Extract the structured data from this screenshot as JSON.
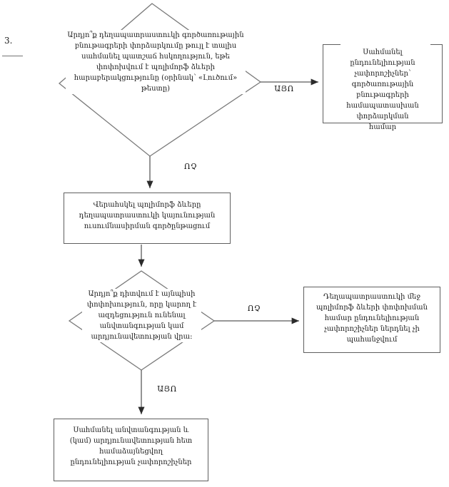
{
  "page": {
    "number_label": "3."
  },
  "labels": {
    "yes1": "ԱՅՈ",
    "no1": "ՈՉ",
    "no2": "ՈՉ",
    "yes2": "ԱՅՈ"
  },
  "flowchart": {
    "decision1": {
      "text": "Արդյո՞ք դեղապատրաստուկի գործառութային բնութագրերի փորձարկումը թույլ է տալիս սահմանել պատշաճ հսկողություն, եթե փոփոխվում է պոլիմորֆ ձևերի հարաբերակցությունը (օրինակ՝ «Լուծում» թեստը)"
    },
    "yes1_box": {
      "text": "Սահմանել ընդունելիության չափորոշիչներ՝ գործառութային բնութագրերի համապատասխան փորձարկման համար"
    },
    "process_box": {
      "text": "Վերահսկել պոլիմորֆ ձևերը դեղապատրաստուկի կայունության ուսումնասիրման գործընթացում"
    },
    "decision2": {
      "text": "Արդյո՞ք դիտվում է այնպիսի փոփոխություն, որը կարող է ազդեցություն ունենալ անվտանգության կամ արդյունավետության վրա։"
    },
    "no2_box": {
      "text": "Դեղապատրաստուկի մեջ պոլիմորֆ ձևերի փոփոխման համար ընդունելիության չափորոշիչներ ներդնել չի պահանջվում"
    },
    "yes2_box": {
      "text": "Սահմանել անվտանգության և (կամ) արդյունավետության հետ համաձայնեցվող ընդունելիության չափորոշիչներ"
    }
  },
  "colors": {
    "diamond_line": "#7a7a7a",
    "arrow_line": "#5a5a5a",
    "arrowhead": "#2b2b2b",
    "box_border": "#5f5f5f",
    "text": "#1c1c1c"
  }
}
